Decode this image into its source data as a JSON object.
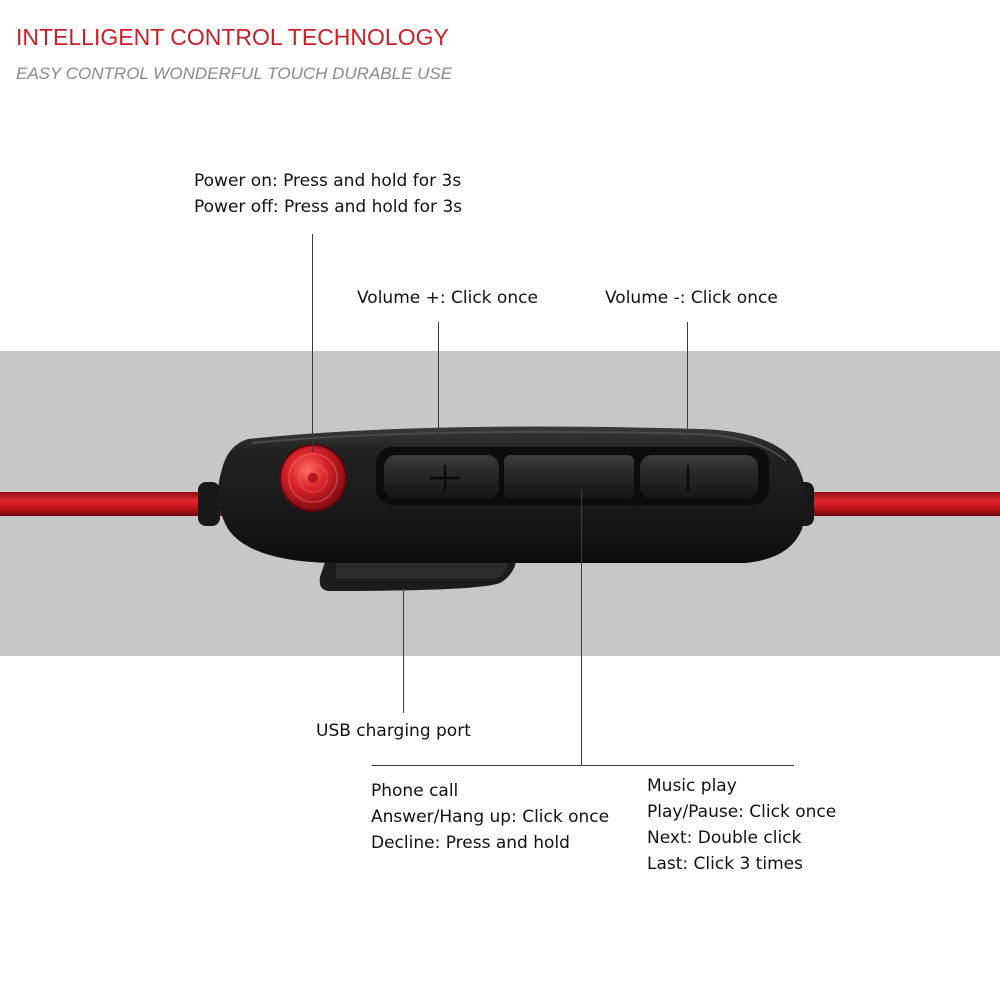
{
  "header": {
    "title": "INTELLIGENT CONTROL TECHNOLOGY",
    "subtitle": "EASY CONTROL WONDERFUL TOUCH DURABLE USE"
  },
  "callouts": {
    "power": [
      "Power on: Press and hold for 3s",
      "Power off: Press and hold for 3s"
    ],
    "volume_up": "Volume +: Click once",
    "volume_down": "Volume -: Click once",
    "usb": "USB charging port",
    "phone": [
      "Phone call",
      "Answer/Hang up: Click once",
      "Decline: Press and hold"
    ],
    "music": [
      "Music play",
      "Play/Pause: Click once",
      "Next: Double click",
      "Last: Click 3 times"
    ]
  },
  "colors": {
    "accent_red": "#c8202a",
    "cable_red": "#d11a22",
    "band_gray": "#c7c7c7",
    "device_black": "#1b1b1b"
  },
  "icons": {
    "plus": "plus-icon",
    "minus": "minus-icon"
  }
}
